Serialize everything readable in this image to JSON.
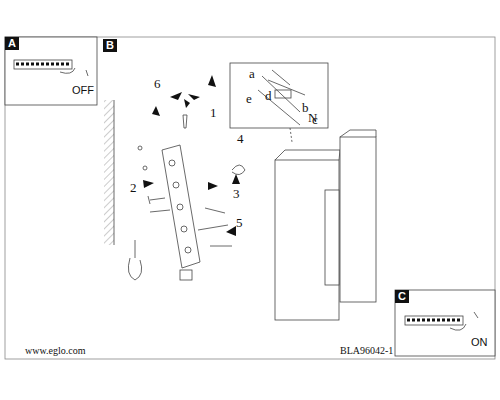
{
  "diagram": {
    "nodes": [
      {
        "text": [
          "A",
          "OFF"
        ]
      },
      {
        "text": [
          "a",
          "e",
          "d",
          "b",
          "N",
          "c"
        ]
      },
      {
        "text": [
          "C",
          "ON"
        ]
      }
    ],
    "labels": [
      "B",
      "6",
      "1",
      "4",
      "2",
      "3",
      "5",
      "www.eglo.com",
      "BLA96042-1"
    ]
  }
}
